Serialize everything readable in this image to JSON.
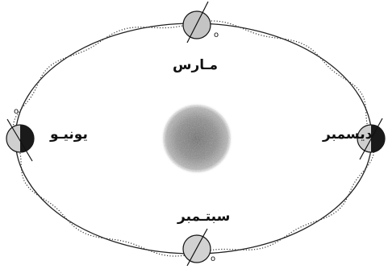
{
  "seasons": {
    "march": "مـارس",
    "june": "يونيـو",
    "september": "سبتـمبر",
    "december": "ديسمبر"
  },
  "marks": {
    "degree": "o"
  },
  "colors": {
    "orbit": "#222222",
    "sun": "#7a7a7a",
    "earth_day": "#c8c8c8",
    "earth_night": "#1a1a1a"
  }
}
